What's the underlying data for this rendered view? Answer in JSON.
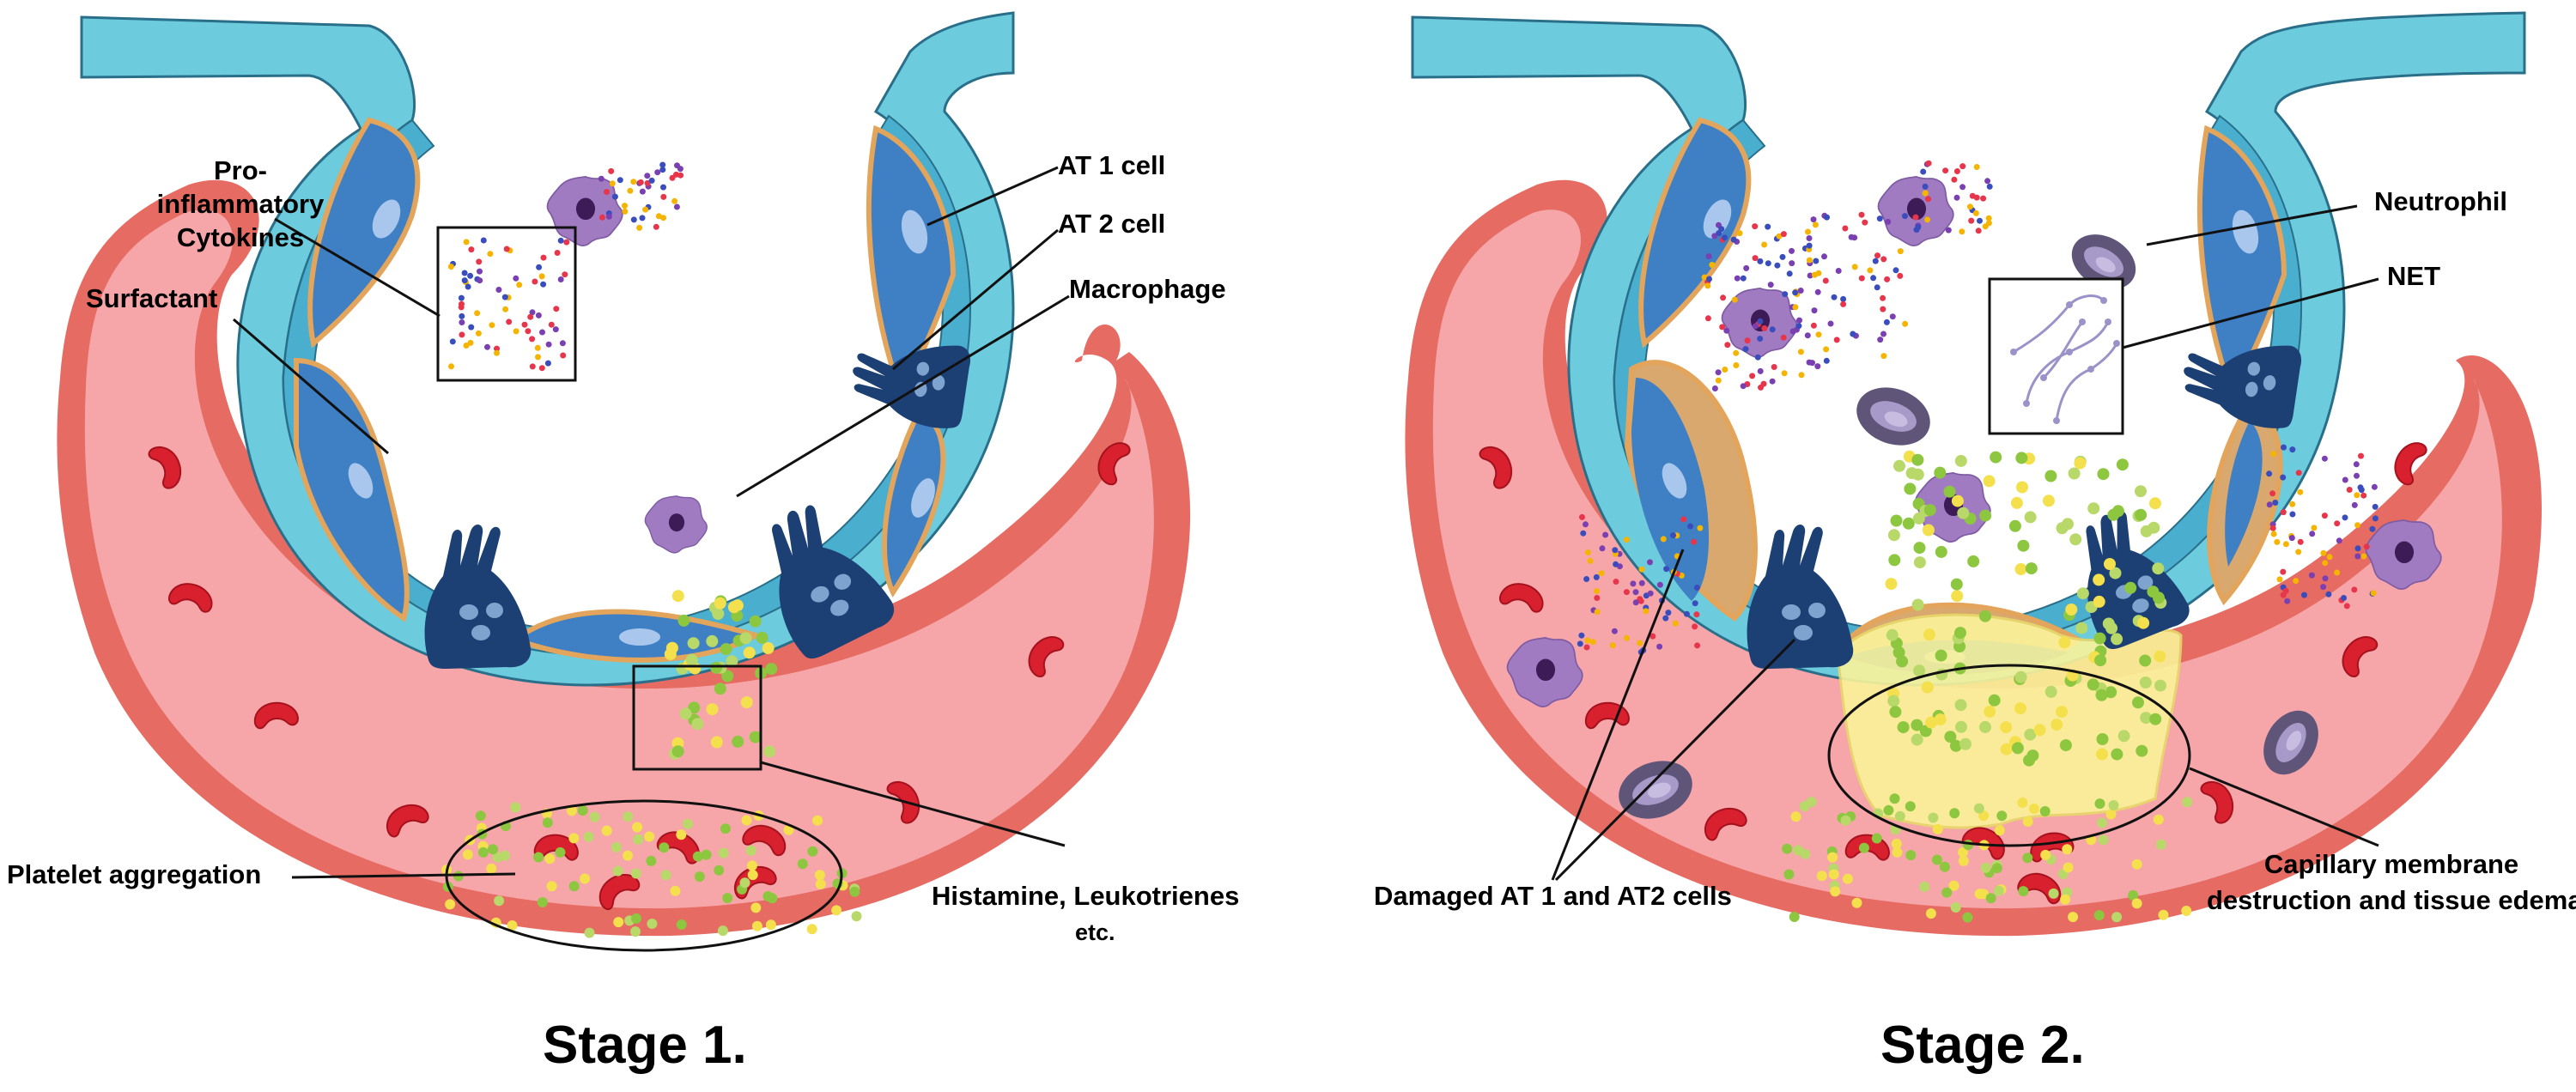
{
  "stage1": {
    "title": "Stage 1.",
    "labels": {
      "cytokines": "Pro-inflammatory\nCytokines",
      "surfactant": "Surfactant",
      "at1": "AT 1 cell",
      "at2": "AT 2 cell",
      "macrophage": "Macrophage",
      "platelet": "Platelet aggregation",
      "histamine": "Histamine, Leukotrienes",
      "etc": "etc."
    }
  },
  "stage2": {
    "title": "Stage 2.",
    "labels": {
      "neutrophil": "Neutrophil",
      "net": "NET",
      "damaged": "Damaged AT 1 and AT2 cells",
      "capillary_line1": "Capillary membrane",
      "capillary_line2": "destruction and tissue edema"
    }
  },
  "colors": {
    "alveolus_wall": "#6ccbdc",
    "alveolus_inner": "#4aaecf",
    "at1_cell": "#3f7fc4",
    "at2_cell": "#1c3f74",
    "surfactant": "#e3a45b",
    "vessel_outer": "#e56b63",
    "vessel_inner": "#f6a6a9",
    "rbc": "#d8202e",
    "macrophage": "#a17bc2",
    "neutrophil": "#5f5579",
    "edema": "#fbf39a"
  }
}
